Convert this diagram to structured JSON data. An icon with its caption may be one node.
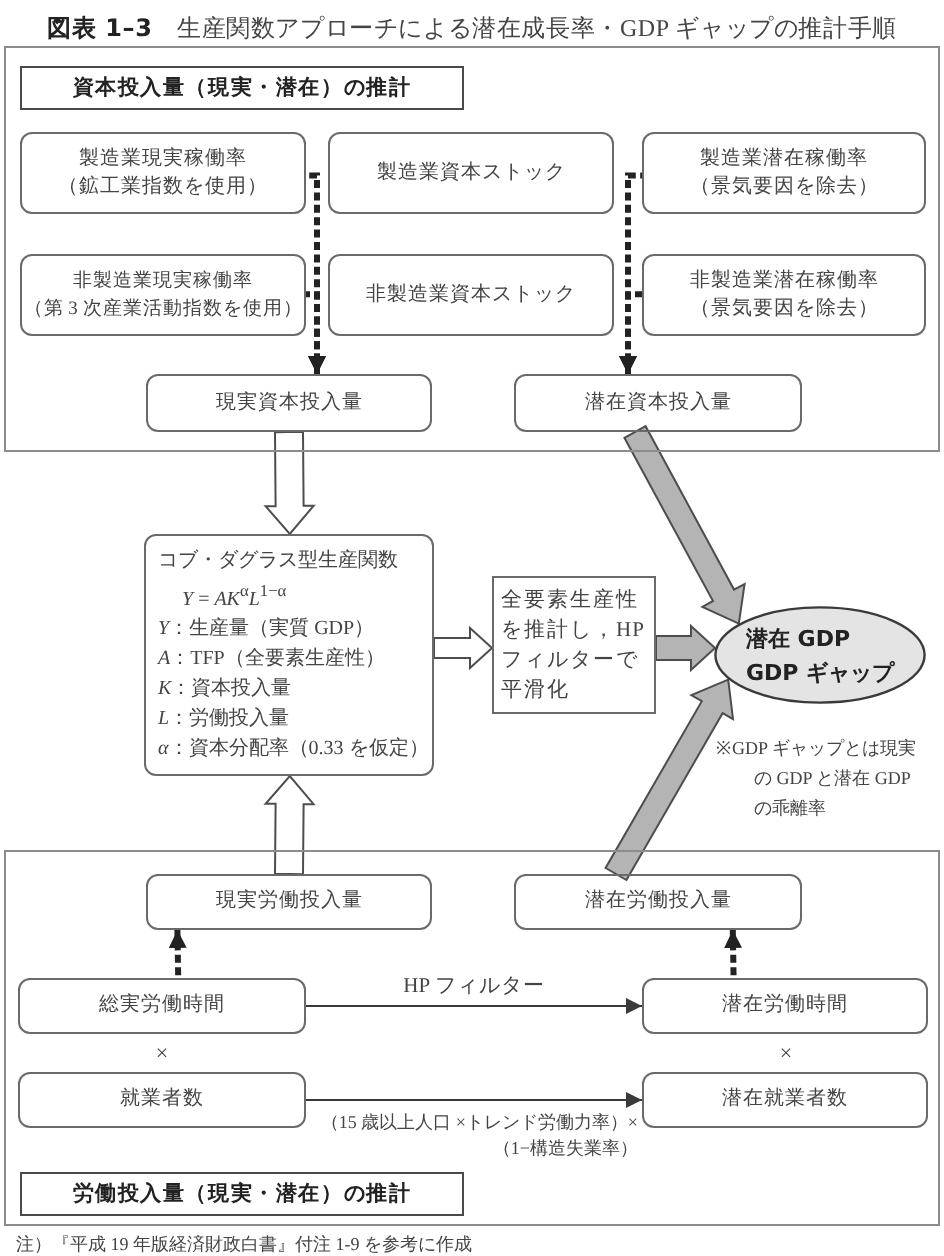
{
  "diagram": {
    "title": "**図表 1–3**　生産関数アプローチによる潜在成長率・GDP ギャップの推計手順",
    "nodes": [
      {
        "text": [
          "資本投入量（現実・潜在）の推計"
        ]
      },
      {
        "text": [
          "製造業現実稼働率",
          "（鉱工業指数を使用）"
        ],
        "in": 0
      },
      {
        "text": [
          "製造業資本ストック"
        ],
        "in": 0
      },
      {
        "text": [
          "製造業潜在稼働率",
          "（景気要因を除去）"
        ],
        "in": 0
      },
      {
        "text": [
          "非製造業現実稼働率",
          "（第 3 次産業活動指数を使用）"
        ],
        "in": 0
      },
      {
        "text": [
          "非製造業資本ストック"
        ],
        "in": 0
      },
      {
        "text": [
          "非製造業潜在稼働率",
          "（景気要因を除去）"
        ],
        "in": 0
      },
      {
        "text": [
          "現実資本投入量"
        ],
        "in": 0
      },
      {
        "text": [
          "潜在資本投入量"
        ],
        "in": 0
      },
      {
        "text": [
          "コブ・ダグラス型生産関数",
          "*Y* = *AK*$^{α}$*L*$^{1−α}$",
          "*Y*：生産量（実質 GDP）",
          "*A*：TFP（全要素生産性）",
          "*K*：資本投入量",
          "*L*：労働投入量",
          "*α*：資本分配率（0.33 を仮定）"
        ]
      },
      {
        "text": [
          "全要素生産性を推計し，HPフィルターで平滑化"
        ]
      },
      {
        "text": [
          "潜在 GDP",
          "GDP ギャップ"
        ],
        "beside": [
          "※GDP ギャップとは現実の GDP と潜在 GDPの乖離率"
        ]
      },
      {
        "text": [
          "労働投入量（現実・潜在）の推計"
        ]
      },
      {
        "text": [
          "現実労働投入量"
        ],
        "in": 12
      },
      {
        "text": [
          "潜在労働投入量"
        ],
        "in": 12
      },
      {
        "text": [
          "総実労働時間"
        ],
        "in": 12
      },
      {
        "text": [
          "潜在労働時間"
        ],
        "in": 12
      },
      {
        "text": [
          "就業者数"
        ],
        "in": 12
      },
      {
        "text": [
          "潜在就業者数"
        ],
        "in": 12
      }
    ],
    "edges": [
      {
        "from": 1,
        "to": 7,
        "arrow": "to",
        "style": "dashed"
      },
      {
        "from": 4,
        "to": 7,
        "arrow": "to",
        "style": "dashed"
      },
      {
        "from": 3,
        "to": 8,
        "arrow": "to",
        "style": "dashed"
      },
      {
        "from": 6,
        "to": 8,
        "arrow": "to",
        "style": "dashed"
      },
      {
        "from": 7,
        "to": 9,
        "arrow": "to",
        "style": "thick"
      },
      {
        "from": 8,
        "to": 11,
        "arrow": "to",
        "style": "thick",
        "color": "#b4b4b4"
      },
      {
        "from": 9,
        "to": 10,
        "arrow": "to",
        "style": "thick"
      },
      {
        "from": 10,
        "to": 11,
        "arrow": "to",
        "style": "thick",
        "color": "#b4b4b4"
      },
      {
        "from": 13,
        "to": 9,
        "arrow": "to",
        "style": "thick"
      },
      {
        "from": 14,
        "to": 11,
        "arrow": "to",
        "style": "thick",
        "color": "#b4b4b4"
      },
      {
        "from": 15,
        "to": 13,
        "arrow": "to",
        "style": "dashed"
      },
      {
        "from": 16,
        "to": 14,
        "arrow": "to",
        "style": "dashed"
      },
      {
        "from": 15,
        "to": 16,
        "arrow": "to",
        "label": "HP フィルター"
      },
      {
        "from": 17,
        "to": 18,
        "arrow": "to",
        "label": "（15 歳以上人口 ×トレンド労働力率）×（1−構造失業率）"
      }
    ],
    "labels": [
      "×",
      "×",
      "注）『平成 19 年版経済財政白書』付注 1-9 を参考に作成"
    ]
  }
}
